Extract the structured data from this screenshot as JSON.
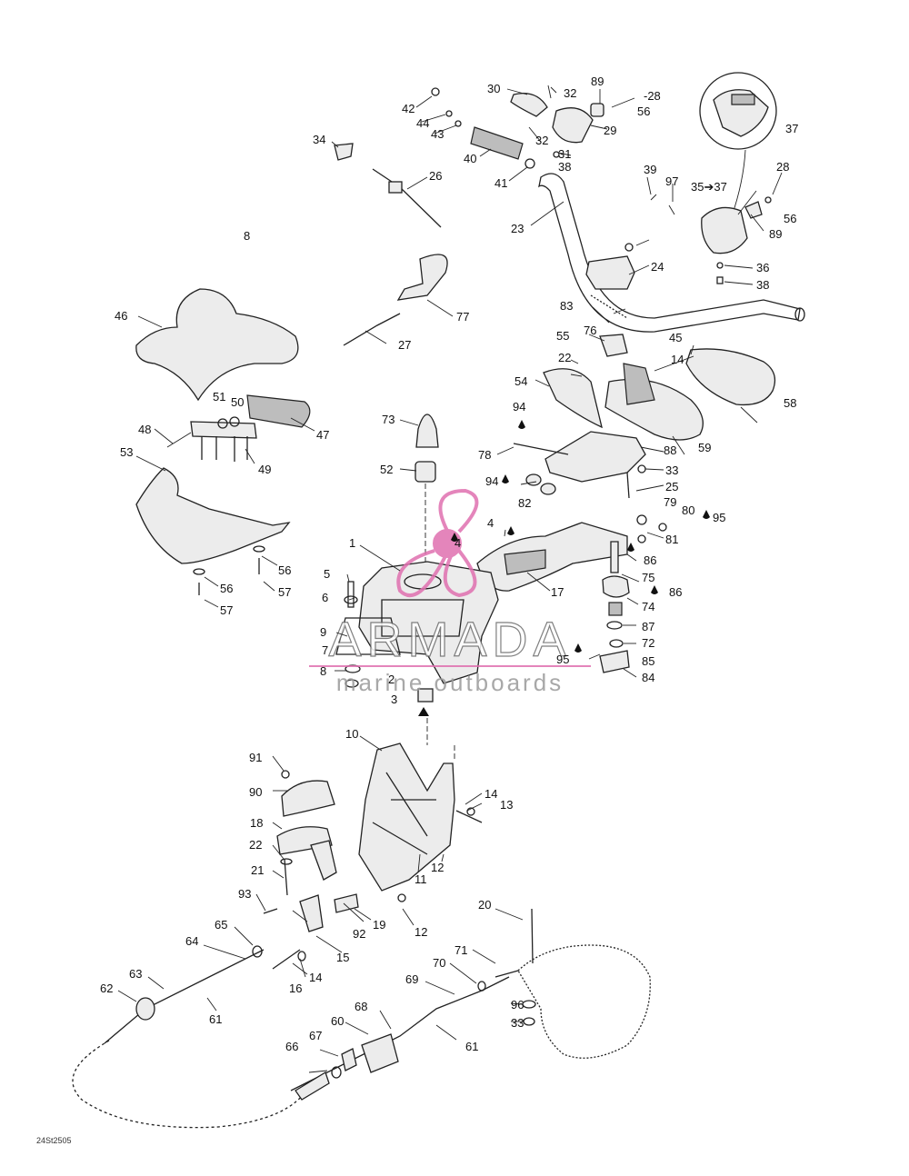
{
  "watermark": {
    "brand": "ARMADA",
    "tagline": "marine outboards",
    "color": "#e070b0"
  },
  "drawing_code": "24St2505",
  "callouts": [
    {
      "id": "c1",
      "text": "1"
    },
    {
      "id": "c2",
      "text": "2"
    },
    {
      "id": "c3",
      "text": "3"
    },
    {
      "id": "c4a",
      "text": "4"
    },
    {
      "id": "c4b",
      "text": "4"
    },
    {
      "id": "c5",
      "text": "5"
    },
    {
      "id": "c6",
      "text": "6"
    },
    {
      "id": "c7",
      "text": "7"
    },
    {
      "id": "c8",
      "text": "8"
    },
    {
      "id": "c8b",
      "text": "8"
    },
    {
      "id": "c9",
      "text": "9"
    },
    {
      "id": "c10",
      "text": "10"
    },
    {
      "id": "c11",
      "text": "11"
    },
    {
      "id": "c12a",
      "text": "12"
    },
    {
      "id": "c12b",
      "text": "12"
    },
    {
      "id": "c13",
      "text": "13"
    },
    {
      "id": "c14a",
      "text": "14"
    },
    {
      "id": "c14b",
      "text": "14"
    },
    {
      "id": "c14c",
      "text": "14"
    },
    {
      "id": "c15",
      "text": "15"
    },
    {
      "id": "c16",
      "text": "16"
    },
    {
      "id": "c17",
      "text": "17"
    },
    {
      "id": "c18",
      "text": "18"
    },
    {
      "id": "c19",
      "text": "19"
    },
    {
      "id": "c20",
      "text": "20"
    },
    {
      "id": "c21",
      "text": "21"
    },
    {
      "id": "c22a",
      "text": "22"
    },
    {
      "id": "c22b",
      "text": "22"
    },
    {
      "id": "c23",
      "text": "23"
    },
    {
      "id": "c24",
      "text": "24"
    },
    {
      "id": "c25",
      "text": "25"
    },
    {
      "id": "c26",
      "text": "26"
    },
    {
      "id": "c27",
      "text": "27"
    },
    {
      "id": "c28a",
      "text": "-28"
    },
    {
      "id": "c28b",
      "text": "28"
    },
    {
      "id": "c29",
      "text": "29"
    },
    {
      "id": "c30",
      "text": "30"
    },
    {
      "id": "c31",
      "text": "31"
    },
    {
      "id": "c32a",
      "text": "32"
    },
    {
      "id": "c32b",
      "text": "32"
    },
    {
      "id": "c33a",
      "text": "33"
    },
    {
      "id": "c33b",
      "text": "33"
    },
    {
      "id": "c34",
      "text": "34"
    },
    {
      "id": "c35",
      "text": "35➔37"
    },
    {
      "id": "c36",
      "text": "36"
    },
    {
      "id": "c37",
      "text": "37"
    },
    {
      "id": "c38a",
      "text": "38"
    },
    {
      "id": "c38b",
      "text": "38"
    },
    {
      "id": "c39",
      "text": "39"
    },
    {
      "id": "c40",
      "text": "40"
    },
    {
      "id": "c41",
      "text": "41"
    },
    {
      "id": "c42",
      "text": "42"
    },
    {
      "id": "c43",
      "text": "43"
    },
    {
      "id": "c44",
      "text": "44"
    },
    {
      "id": "c45",
      "text": "45"
    },
    {
      "id": "c46",
      "text": "46"
    },
    {
      "id": "c47",
      "text": "47"
    },
    {
      "id": "c48",
      "text": "48"
    },
    {
      "id": "c49",
      "text": "49"
    },
    {
      "id": "c50",
      "text": "50"
    },
    {
      "id": "c51",
      "text": "51"
    },
    {
      "id": "c52",
      "text": "52"
    },
    {
      "id": "c53",
      "text": "53"
    },
    {
      "id": "c54",
      "text": "54"
    },
    {
      "id": "c55",
      "text": "55"
    },
    {
      "id": "c56a",
      "text": "56"
    },
    {
      "id": "c56b",
      "text": "56"
    },
    {
      "id": "c56c",
      "text": "56"
    },
    {
      "id": "c56d",
      "text": "56"
    },
    {
      "id": "c57a",
      "text": "57"
    },
    {
      "id": "c57b",
      "text": "57"
    },
    {
      "id": "c58",
      "text": "58"
    },
    {
      "id": "c59",
      "text": "59"
    },
    {
      "id": "c60",
      "text": "60"
    },
    {
      "id": "c61a",
      "text": "61"
    },
    {
      "id": "c61b",
      "text": "61"
    },
    {
      "id": "c62",
      "text": "62"
    },
    {
      "id": "c63",
      "text": "63"
    },
    {
      "id": "c64",
      "text": "64"
    },
    {
      "id": "c65",
      "text": "65"
    },
    {
      "id": "c66",
      "text": "66"
    },
    {
      "id": "c67",
      "text": "67"
    },
    {
      "id": "c68",
      "text": "68"
    },
    {
      "id": "c69",
      "text": "69"
    },
    {
      "id": "c70",
      "text": "70"
    },
    {
      "id": "c71",
      "text": "71"
    },
    {
      "id": "c72",
      "text": "72"
    },
    {
      "id": "c73",
      "text": "73"
    },
    {
      "id": "c74",
      "text": "74"
    },
    {
      "id": "c75",
      "text": "75"
    },
    {
      "id": "c76",
      "text": "76"
    },
    {
      "id": "c77",
      "text": "77"
    },
    {
      "id": "c78",
      "text": "78"
    },
    {
      "id": "c79",
      "text": "79"
    },
    {
      "id": "c80",
      "text": "80"
    },
    {
      "id": "c81",
      "text": "81"
    },
    {
      "id": "c82",
      "text": "82"
    },
    {
      "id": "c83",
      "text": "83"
    },
    {
      "id": "c84",
      "text": "84"
    },
    {
      "id": "c85",
      "text": "85"
    },
    {
      "id": "c86a",
      "text": "86"
    },
    {
      "id": "c86b",
      "text": "86"
    },
    {
      "id": "c87",
      "text": "87"
    },
    {
      "id": "c88",
      "text": "88"
    },
    {
      "id": "c89a",
      "text": "89"
    },
    {
      "id": "c89b",
      "text": "89"
    },
    {
      "id": "c90",
      "text": "90"
    },
    {
      "id": "c91",
      "text": "91"
    },
    {
      "id": "c92",
      "text": "92"
    },
    {
      "id": "c93",
      "text": "93"
    },
    {
      "id": "c94a",
      "text": "94"
    },
    {
      "id": "c94b",
      "text": "94"
    },
    {
      "id": "c95a",
      "text": "95"
    },
    {
      "id": "c95b",
      "text": "95"
    },
    {
      "id": "c96",
      "text": "96"
    },
    {
      "id": "c97",
      "text": "97"
    }
  ]
}
